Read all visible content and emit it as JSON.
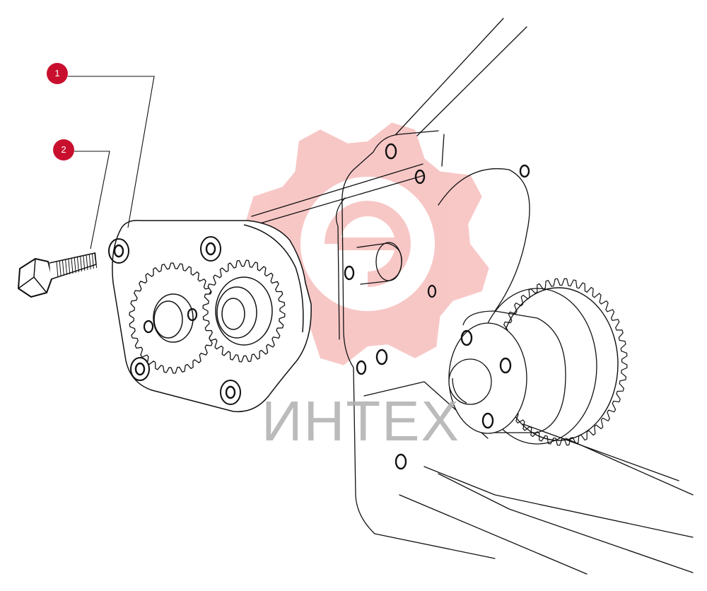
{
  "callouts": [
    {
      "label": "1"
    },
    {
      "label": "2"
    }
  ],
  "watermark": {
    "text": "ИНТЕХ"
  },
  "colors": {
    "callout": "#c8102e",
    "line": "#111111",
    "watermark_red": "#e53935",
    "watermark_text": "#b0b0b0"
  },
  "icons": [
    "gear-logo-icon"
  ]
}
